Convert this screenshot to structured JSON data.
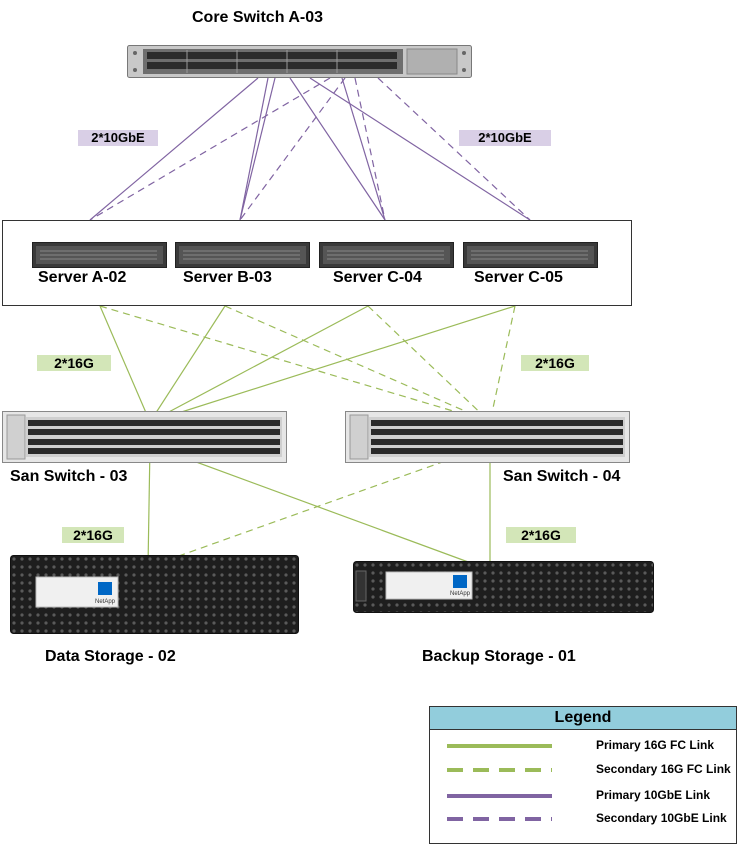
{
  "title": "Core Switch A-03",
  "links": {
    "core_left": "2*10GbE",
    "core_right": "2*10GbE",
    "server_san_left": "2*16G",
    "server_san_right": "2*16G",
    "san_storage_left": "2*16G",
    "san_storage_right": "2*16G"
  },
  "servers": [
    "Server A-02",
    "Server B-03",
    "Server C-04",
    "Server C-05"
  ],
  "san_switches": [
    "San Switch - 03",
    "San Switch - 04"
  ],
  "storage": [
    "Data Storage - 02",
    "Backup Storage - 01"
  ],
  "brand": "NetApp",
  "legend": {
    "title": "Legend",
    "items": [
      {
        "label": "Primary 16G FC Link",
        "style": "solid",
        "color": "#9bbb59"
      },
      {
        "label": "Secondary 16G FC Link",
        "style": "dashed",
        "color": "#9bbb59"
      },
      {
        "label": "Primary 10GbE Link",
        "style": "solid",
        "color": "#8064a2"
      },
      {
        "label": "Secondary 10GbE Link",
        "style": "dashed",
        "color": "#8064a2"
      }
    ]
  },
  "colors": {
    "fc": "#9bbb59",
    "ethernet": "#8064a2",
    "legend_header": "#92cddc"
  }
}
